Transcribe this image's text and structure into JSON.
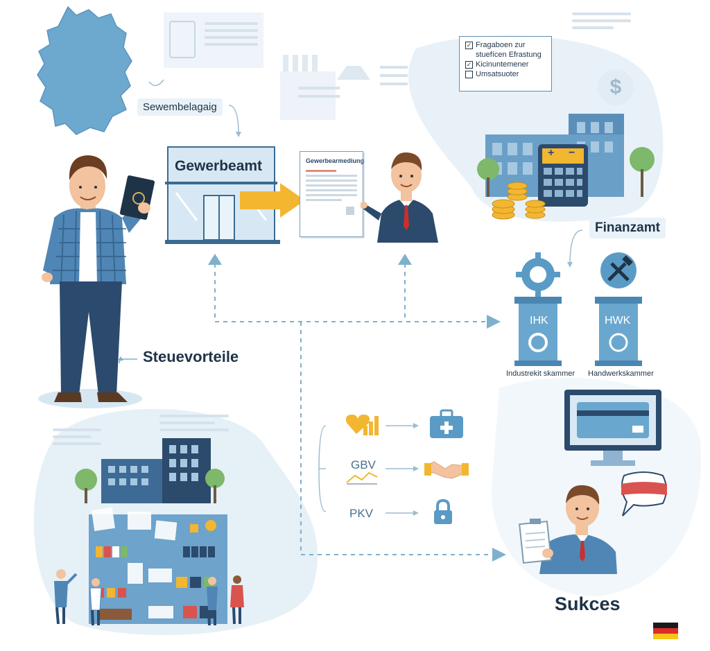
{
  "labels": {
    "sewembelagaig": "Sewembelagaig",
    "gewerbeamt": "Gewerbeamt",
    "gewerbeanmeldung_doc": "Gewerbearmediung",
    "finanzamt": "Finanzamt",
    "steuervorteile": "Steuevorteile",
    "ihk": "IHK",
    "hwk": "HWK",
    "ihk_caption": "Industrekit skammer",
    "hwk_caption": "Handwerkskammer",
    "gbv": "GBV",
    "pkv": "PKV",
    "success": "Sukces"
  },
  "checklist": [
    {
      "text": "Fragaboen zur stuefícen Efrastung",
      "checked": true
    },
    {
      "text": "Kicinuntemener",
      "checked": true
    },
    {
      "text": "Umsatsuoter",
      "checked": false
    }
  ],
  "icons": {
    "dollar": "$",
    "plus": "+",
    "minus": "−"
  },
  "colors": {
    "accent_blue": "#5a9bc6",
    "dark_blue": "#2c4a6b",
    "arrow_yellow": "#f2b631",
    "dashed": "#7fb0cc"
  }
}
